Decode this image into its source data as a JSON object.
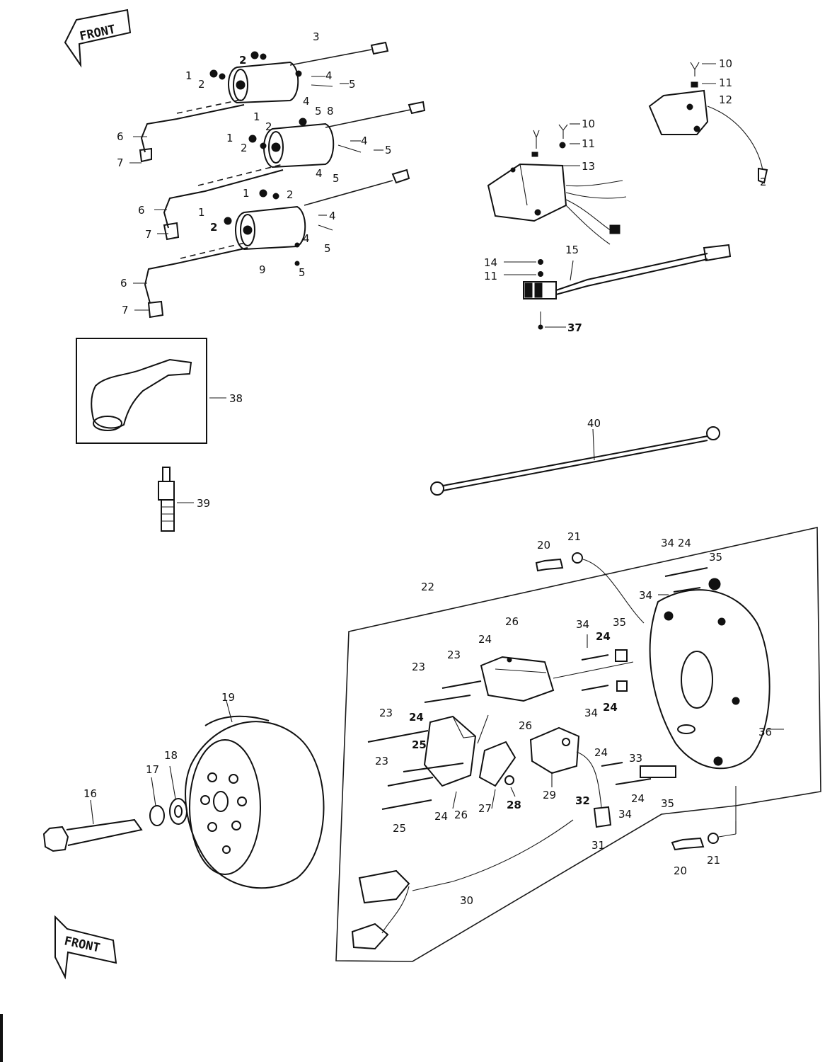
{
  "badges": {
    "front_top": "FRONT",
    "front_bottom": "FRONT"
  },
  "labels": {
    "c_3": "3",
    "c_1a": "1",
    "c_2a": "2",
    "c_2b": "2",
    "c_4a": "4",
    "c_5a": "5",
    "c_4b": "4",
    "c_5b": "5",
    "c_8": "8",
    "c_1b": "1",
    "c_2c": "2",
    "c_6a": "6",
    "c_1c": "1",
    "c_2d": "2",
    "c_4c": "4",
    "c_5c": "5",
    "c_7a": "7",
    "c_4d": "4",
    "c_5d": "5",
    "c_1d": "1",
    "c_2e": "2",
    "c_6b": "6",
    "c_1e": "1",
    "c_2f": "2",
    "c_4e": "4",
    "c_7b": "7",
    "c_4f": "4",
    "c_5e": "5",
    "c_9": "9",
    "c_5f": "5",
    "c_6c": "6",
    "c_7c": "7",
    "r_10a": "10",
    "r_11a": "11",
    "r_12": "12",
    "r_2": "2",
    "r_10b": "10",
    "r_11b": "11",
    "r_13": "13",
    "r_14": "14",
    "r_15": "15",
    "r_11c": "11",
    "r_37": "37",
    "p_38": "38",
    "p_39": "39",
    "p_40": "40",
    "s_20a": "20",
    "s_21a": "21",
    "s_3424": "34 24",
    "s_35a": "35",
    "s_34a": "34",
    "s_22": "22",
    "s_26a": "26",
    "s_34b": "34",
    "s_24a": "24",
    "s_35b": "35",
    "s_24b": "24",
    "s_23a": "23",
    "s_23b": "23",
    "s_34c": "34",
    "s_24c": "24",
    "s_19": "19",
    "s_23c": "23",
    "s_24d": "24",
    "s_26b": "26",
    "s_36": "36",
    "s_25a": "25",
    "s_18": "18",
    "s_17": "17",
    "s_23d": "23",
    "s_24e": "24",
    "s_33": "33",
    "s_16": "16",
    "s_24f": "24",
    "s_26c": "26",
    "s_27": "27",
    "s_28": "28",
    "s_29": "29",
    "s_32": "32",
    "s_24g": "24",
    "s_34d": "34",
    "s_35c": "35",
    "s_25b": "25",
    "s_31": "31",
    "s_20b": "20",
    "s_21b": "21",
    "s_30": "30"
  },
  "colors": {
    "ink": "#111111",
    "paper": "#ffffff"
  },
  "icons": [
    "front-arrow-icon",
    "ignition-coil-icon",
    "regulator-icon",
    "spark-plug-icon"
  ]
}
